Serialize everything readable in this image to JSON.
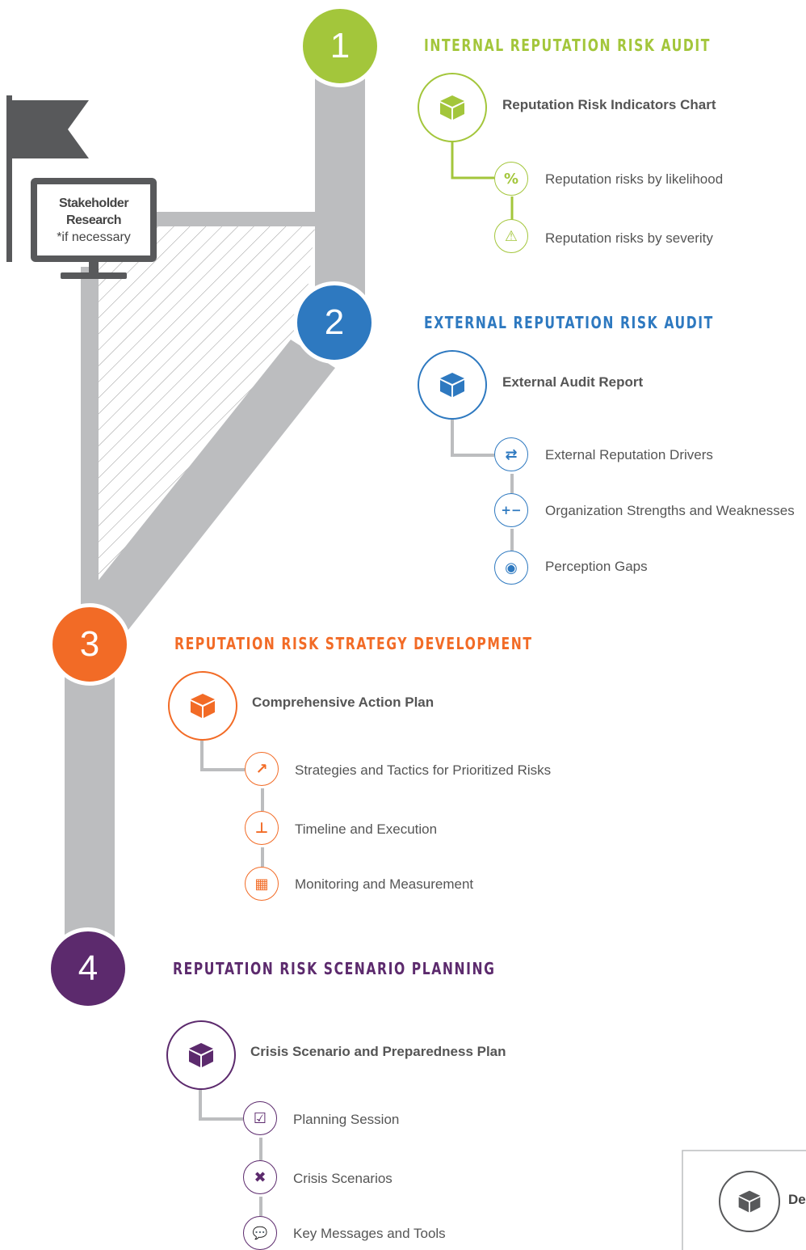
{
  "stakeholder": {
    "line1": "Stakeholder",
    "line2": "Research",
    "note": "*if necessary"
  },
  "colors": {
    "green": "#a3c63b",
    "blue": "#2e79c0",
    "orange": "#f26b26",
    "purple": "#5c2a6d",
    "gray": "#bcbdbf",
    "dark": "#58595b"
  },
  "phases": [
    {
      "number": "1",
      "title": "INTERNAL REPUTATION RISK AUDIT",
      "main": "Reputation Risk Indicators Chart",
      "items": [
        {
          "icon": "percent-icon",
          "glyph": "%",
          "label": "Reputation risks by likelihood"
        },
        {
          "icon": "warning-icon",
          "glyph": "⚠",
          "label": "Reputation risks by severity"
        }
      ]
    },
    {
      "number": "2",
      "title": "EXTERNAL REPUTATION RISK AUDIT",
      "main": "External Audit Report",
      "items": [
        {
          "icon": "exchange-arrows-icon",
          "glyph": "⇄",
          "label": "External Reputation Drivers"
        },
        {
          "icon": "plus-minus-icon",
          "glyph": "+−",
          "label": "Organization Strengths and Weaknesses"
        },
        {
          "icon": "eye-icon",
          "glyph": "◉",
          "label": "Perception Gaps"
        }
      ]
    },
    {
      "number": "3",
      "title": "REPUTATION RISK STRATEGY DEVELOPMENT",
      "main": "Comprehensive Action Plan",
      "items": [
        {
          "icon": "trend-chart-icon",
          "glyph": "↗",
          "label": "Strategies and Tactics for Prioritized Risks"
        },
        {
          "icon": "hierarchy-icon",
          "glyph": "⊥",
          "label": "Timeline and Execution"
        },
        {
          "icon": "bar-chart-icon",
          "glyph": "▦",
          "label": "Monitoring and Measurement"
        }
      ]
    },
    {
      "number": "4",
      "title": "REPUTATION RISK SCENARIO PLANNING",
      "main": "Crisis Scenario and Preparedness Plan",
      "items": [
        {
          "icon": "calendar-icon",
          "glyph": "☑",
          "label": "Planning Session"
        },
        {
          "icon": "x-mark-icon",
          "glyph": "✖",
          "label": "Crisis Scenarios"
        },
        {
          "icon": "speech-bubbles-icon",
          "glyph": "💬",
          "label": "Key Messages and Tools"
        }
      ]
    }
  ],
  "legend": {
    "label": "De"
  }
}
